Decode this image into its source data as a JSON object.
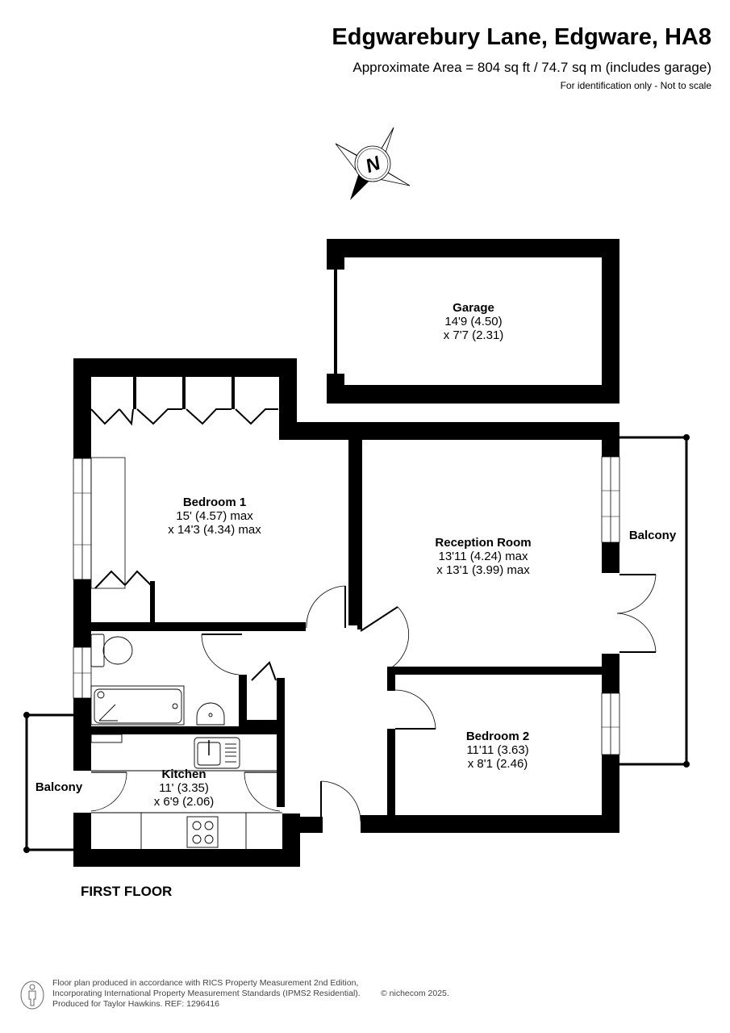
{
  "header": {
    "title": "Edgwarebury Lane, Edgware, HA8",
    "area": "Approximate Area = 804 sq ft / 74.7 sq m (includes garage)",
    "disclaimer": "For identification only - Not to scale"
  },
  "compass": {
    "label": "N",
    "icon": "compass-north-icon"
  },
  "rooms": {
    "garage": {
      "name": "Garage",
      "dim1": "14'9 (4.50)",
      "dim2": "x 7'7 (2.31)"
    },
    "bedroom1": {
      "name": "Bedroom 1",
      "dim1": "15' (4.57) max",
      "dim2": "x 14'3 (4.34) max"
    },
    "reception": {
      "name": "Reception Room",
      "dim1": "13'11 (4.24) max",
      "dim2": "x 13'1 (3.99) max"
    },
    "bedroom2": {
      "name": "Bedroom 2",
      "dim1": "11'11 (3.63)",
      "dim2": "x 8'1 (2.46)"
    },
    "kitchen": {
      "name": "Kitchen",
      "dim1": "11' (3.35)",
      "dim2": "x 6'9 (2.06)"
    },
    "balcony_right": {
      "name": "Balcony"
    },
    "balcony_left": {
      "name": "Balcony"
    }
  },
  "floor_label": "FIRST FLOOR",
  "footer": {
    "line1": "Floor plan produced in accordance with RICS Property Measurement 2nd Edition,",
    "line2": "Incorporating International Property Measurement Standards (IPMS2 Residential).",
    "line3": "Produced for Taylor Hawkins.   REF: 1296416",
    "copyright": "© nichecom 2025."
  }
}
